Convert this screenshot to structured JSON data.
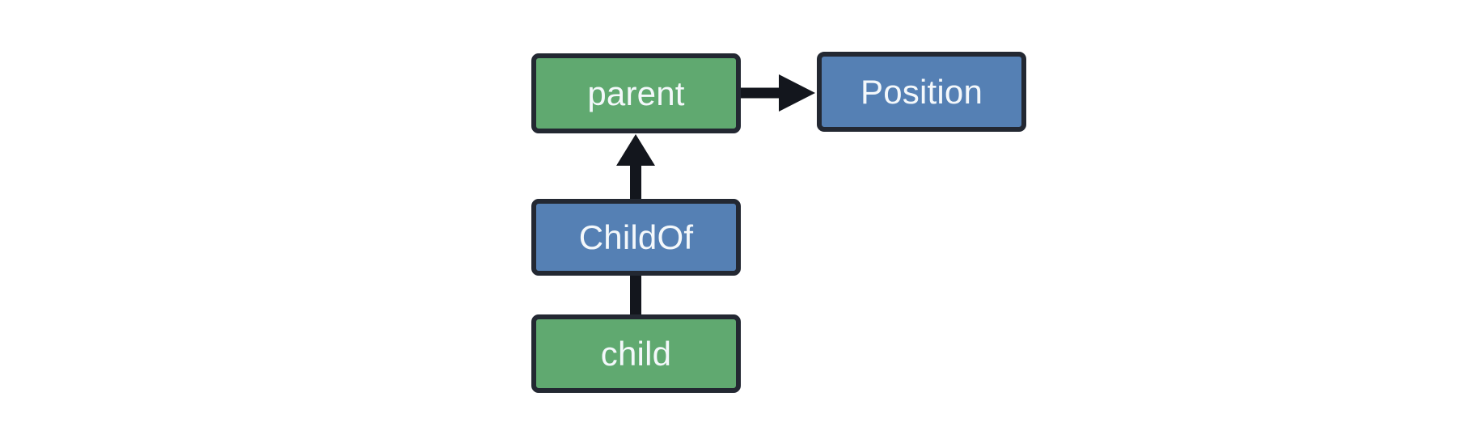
{
  "diagram": {
    "title": "ChildOf relationship diagram",
    "type": "entity-relationship-graph",
    "background_color": "#ffffff",
    "palette": {
      "entity_fill": "#60a970",
      "relation_fill": "#5580b4",
      "node_border": "#232832",
      "label_color": "#f4f8fb",
      "edge_color": "#13161d"
    },
    "nodes": [
      {
        "id": "parent",
        "label": "parent",
        "kind": "entity",
        "fill": "#60a970"
      },
      {
        "id": "position",
        "label": "Position",
        "kind": "relation",
        "fill": "#5580b4"
      },
      {
        "id": "childof",
        "label": "ChildOf",
        "kind": "relation",
        "fill": "#5580b4"
      },
      {
        "id": "child",
        "label": "child",
        "kind": "entity",
        "fill": "#60a970"
      }
    ],
    "edges": [
      {
        "id": "parent-to-position",
        "from": "parent",
        "to": "position",
        "direction": "right",
        "arrowhead": "solid-triangle",
        "label": ""
      },
      {
        "id": "childof-to-parent",
        "from": "childof",
        "to": "parent",
        "direction": "up",
        "arrowhead": "solid-triangle",
        "label": ""
      },
      {
        "id": "child-to-childof",
        "from": "child",
        "to": "childof",
        "direction": "up",
        "arrowhead": "none",
        "label": ""
      }
    ]
  }
}
